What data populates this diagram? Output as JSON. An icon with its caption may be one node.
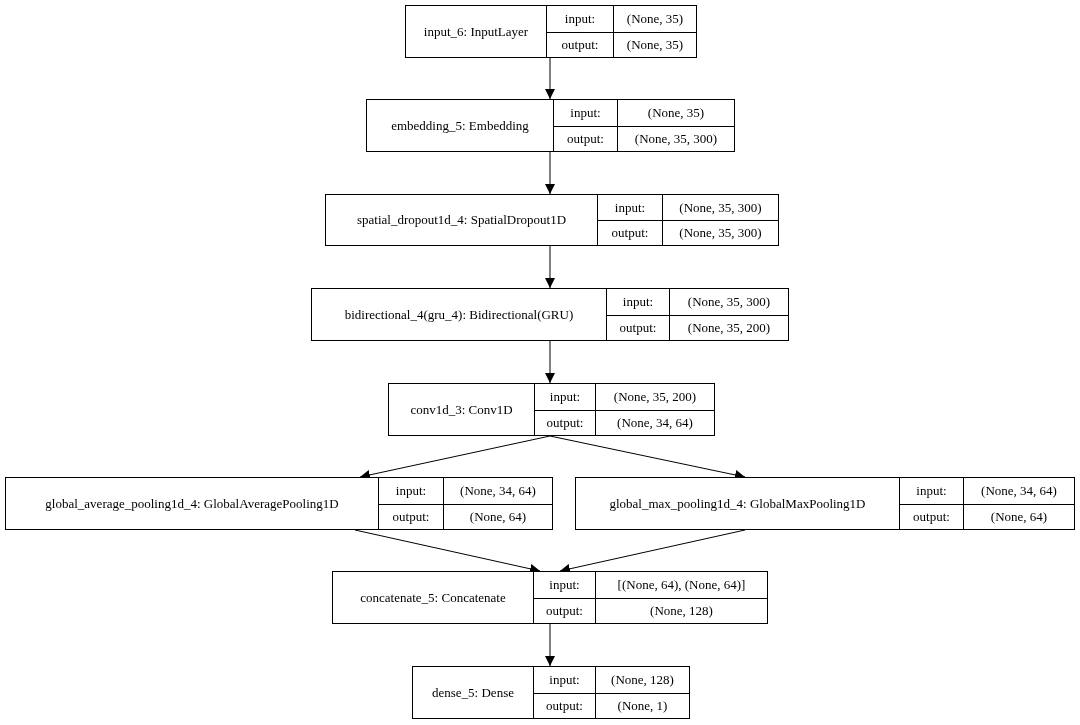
{
  "diagram": {
    "nodes": [
      {
        "text": [
          "input_6: InputLayer",
          "input:",
          "(None, 35)",
          "output:",
          "(None, 35)"
        ]
      },
      {
        "text": [
          "embedding_5: Embedding",
          "input:",
          "(None, 35)",
          "output:",
          "(None, 35, 300)"
        ]
      },
      {
        "text": [
          "spatial_dropout1d_4: SpatialDropout1D",
          "input:",
          "(None, 35, 300)",
          "output:",
          "(None, 35, 300)"
        ]
      },
      {
        "text": [
          "bidirectional_4(gru_4): Bidirectional(GRU)",
          "input:",
          "(None, 35, 300)",
          "output:",
          "(None, 35, 200)"
        ]
      },
      {
        "text": [
          "conv1d_3: Conv1D",
          "input:",
          "(None, 35, 200)",
          "output:",
          "(None, 34, 64)"
        ]
      },
      {
        "text": [
          "global_average_pooling1d_4: GlobalAveragePooling1D",
          "input:",
          "(None, 34, 64)",
          "output:",
          "(None, 64)"
        ]
      },
      {
        "text": [
          "global_max_pooling1d_4: GlobalMaxPooling1D",
          "input:",
          "(None, 34, 64)",
          "output:",
          "(None, 64)"
        ]
      },
      {
        "text": [
          "concatenate_5: Concatenate",
          "input:",
          "[(None, 64), (None, 64)]",
          "output:",
          "(None, 128)"
        ]
      },
      {
        "text": [
          "dense_5: Dense",
          "input:",
          "(None, 128)",
          "output:",
          "(None, 1)"
        ]
      }
    ],
    "edges": [
      {
        "from": 0,
        "to": 1,
        "arrow": "to"
      },
      {
        "from": 1,
        "to": 2,
        "arrow": "to"
      },
      {
        "from": 2,
        "to": 3,
        "arrow": "to"
      },
      {
        "from": 3,
        "to": 4,
        "arrow": "to"
      },
      {
        "from": 4,
        "to": 5,
        "arrow": "to"
      },
      {
        "from": 4,
        "to": 6,
        "arrow": "to"
      },
      {
        "from": 5,
        "to": 7,
        "arrow": "to"
      },
      {
        "from": 6,
        "to": 7,
        "arrow": "to"
      },
      {
        "from": 7,
        "to": 8,
        "arrow": "to"
      }
    ]
  }
}
